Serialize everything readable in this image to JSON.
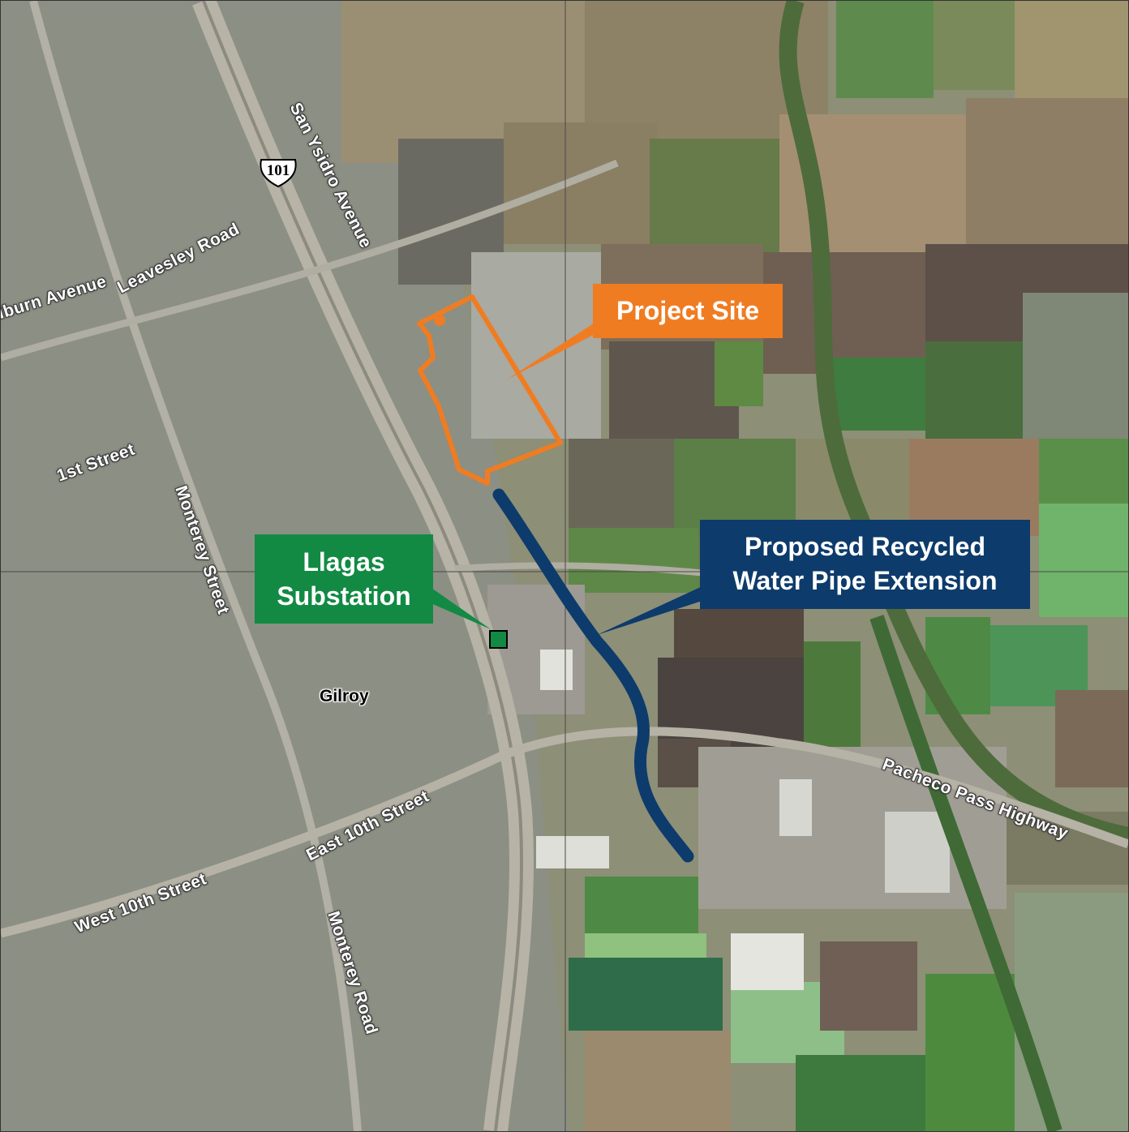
{
  "map": {
    "city": "Gilroy",
    "highway_shield": "101",
    "roads": {
      "leavesley_road": "Leavesley Road",
      "welburn_avenue": "lburn Avenue",
      "san_ysidro_avenue": "San Ysidro Avenue",
      "first_street": "1st Street",
      "monterey_street": "Monterey Street",
      "east_10th_street": "East 10th Street",
      "west_10th_street": "West 10th Street",
      "monterey_road": "Monterey Road",
      "pacheco_pass_highway": "Pacheco Pass Highway"
    },
    "callouts": {
      "project_site": "Project Site",
      "substation_line1": "Llagas",
      "substation_line2": "Substation",
      "pipe_line1": "Proposed Recycled",
      "pipe_line2": "Water Pipe Extension"
    },
    "colors": {
      "project_site": "#f07c22",
      "substation": "#128a43",
      "pipe": "#0d3b6b"
    }
  }
}
